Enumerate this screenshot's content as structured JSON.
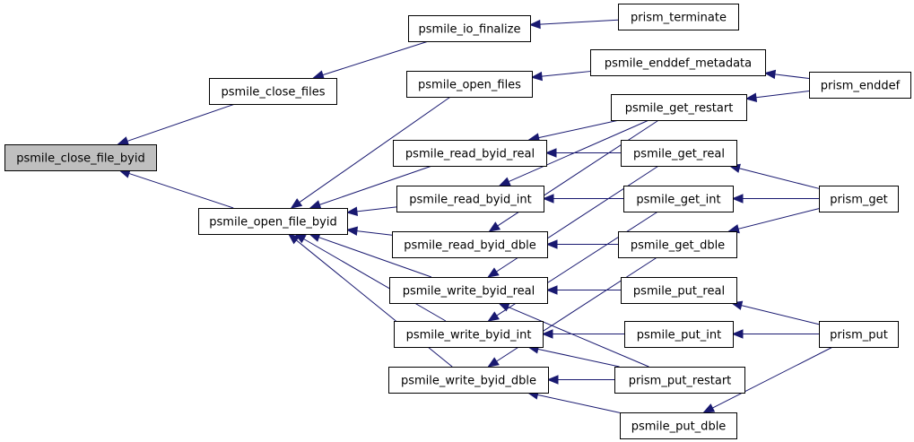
{
  "diagram": {
    "type": "call-graph",
    "edge_color": "#191970",
    "root_fill": "#bfbfbf",
    "nodes": [
      {
        "id": "psmile_close_file_byid",
        "label": "psmile_close_file_byid",
        "root": true
      },
      {
        "id": "psmile_close_files",
        "label": "psmile_close_files"
      },
      {
        "id": "psmile_open_file_byid",
        "label": "psmile_open_file_byid"
      },
      {
        "id": "psmile_io_finalize",
        "label": "psmile_io_finalize"
      },
      {
        "id": "psmile_open_files",
        "label": "psmile_open_files"
      },
      {
        "id": "psmile_read_byid_real",
        "label": "psmile_read_byid_real"
      },
      {
        "id": "psmile_read_byid_int",
        "label": "psmile_read_byid_int"
      },
      {
        "id": "psmile_read_byid_dble",
        "label": "psmile_read_byid_dble"
      },
      {
        "id": "psmile_write_byid_real",
        "label": "psmile_write_byid_real"
      },
      {
        "id": "psmile_write_byid_int",
        "label": "psmile_write_byid_int"
      },
      {
        "id": "psmile_write_byid_dble",
        "label": "psmile_write_byid_dble"
      },
      {
        "id": "prism_terminate",
        "label": "prism_terminate"
      },
      {
        "id": "psmile_enddef_metadata",
        "label": "psmile_enddef_metadata"
      },
      {
        "id": "psmile_get_restart",
        "label": "psmile_get_restart"
      },
      {
        "id": "psmile_get_real",
        "label": "psmile_get_real"
      },
      {
        "id": "psmile_get_int",
        "label": "psmile_get_int"
      },
      {
        "id": "psmile_get_dble",
        "label": "psmile_get_dble"
      },
      {
        "id": "psmile_put_real",
        "label": "psmile_put_real"
      },
      {
        "id": "psmile_put_int",
        "label": "psmile_put_int"
      },
      {
        "id": "prism_put_restart",
        "label": "prism_put_restart"
      },
      {
        "id": "psmile_put_dble",
        "label": "psmile_put_dble"
      },
      {
        "id": "prism_enddef",
        "label": "prism_enddef"
      },
      {
        "id": "prism_get",
        "label": "prism_get"
      },
      {
        "id": "prism_put",
        "label": "prism_put"
      }
    ],
    "edges": [
      {
        "from": "psmile_close_files",
        "to": "psmile_close_file_byid"
      },
      {
        "from": "psmile_open_file_byid",
        "to": "psmile_close_file_byid"
      },
      {
        "from": "psmile_io_finalize",
        "to": "psmile_close_files"
      },
      {
        "from": "prism_terminate",
        "to": "psmile_io_finalize"
      },
      {
        "from": "psmile_open_files",
        "to": "psmile_open_file_byid"
      },
      {
        "from": "psmile_read_byid_real",
        "to": "psmile_open_file_byid"
      },
      {
        "from": "psmile_read_byid_int",
        "to": "psmile_open_file_byid"
      },
      {
        "from": "psmile_read_byid_dble",
        "to": "psmile_open_file_byid"
      },
      {
        "from": "psmile_write_byid_real",
        "to": "psmile_open_file_byid"
      },
      {
        "from": "psmile_write_byid_int",
        "to": "psmile_open_file_byid"
      },
      {
        "from": "psmile_write_byid_dble",
        "to": "psmile_open_file_byid"
      },
      {
        "from": "psmile_enddef_metadata",
        "to": "psmile_open_files"
      },
      {
        "from": "prism_enddef",
        "to": "psmile_enddef_metadata"
      },
      {
        "from": "prism_enddef",
        "to": "psmile_get_restart"
      },
      {
        "from": "psmile_get_restart",
        "to": "psmile_read_byid_real"
      },
      {
        "from": "psmile_get_restart",
        "to": "psmile_read_byid_int"
      },
      {
        "from": "psmile_get_restart",
        "to": "psmile_read_byid_dble"
      },
      {
        "from": "psmile_get_real",
        "to": "psmile_read_byid_real"
      },
      {
        "from": "psmile_get_int",
        "to": "psmile_read_byid_int"
      },
      {
        "from": "psmile_get_dble",
        "to": "psmile_read_byid_dble"
      },
      {
        "from": "prism_get",
        "to": "psmile_get_real"
      },
      {
        "from": "prism_get",
        "to": "psmile_get_int"
      },
      {
        "from": "prism_get",
        "to": "psmile_get_dble"
      },
      {
        "from": "psmile_put_real",
        "to": "psmile_write_byid_real"
      },
      {
        "from": "psmile_put_int",
        "to": "psmile_write_byid_int"
      },
      {
        "from": "psmile_put_dble",
        "to": "psmile_write_byid_dble"
      },
      {
        "from": "prism_put_restart",
        "to": "psmile_write_byid_real"
      },
      {
        "from": "prism_put_restart",
        "to": "psmile_write_byid_int"
      },
      {
        "from": "prism_put_restart",
        "to": "psmile_write_byid_dble"
      },
      {
        "from": "psmile_get_int",
        "to": "psmile_write_byid_int"
      },
      {
        "from": "psmile_get_dble",
        "to": "psmile_write_byid_dble"
      },
      {
        "from": "psmile_get_real",
        "to": "psmile_write_byid_real"
      },
      {
        "from": "prism_put",
        "to": "psmile_put_real"
      },
      {
        "from": "prism_put",
        "to": "psmile_put_int"
      },
      {
        "from": "prism_put",
        "to": "psmile_put_dble"
      }
    ]
  }
}
